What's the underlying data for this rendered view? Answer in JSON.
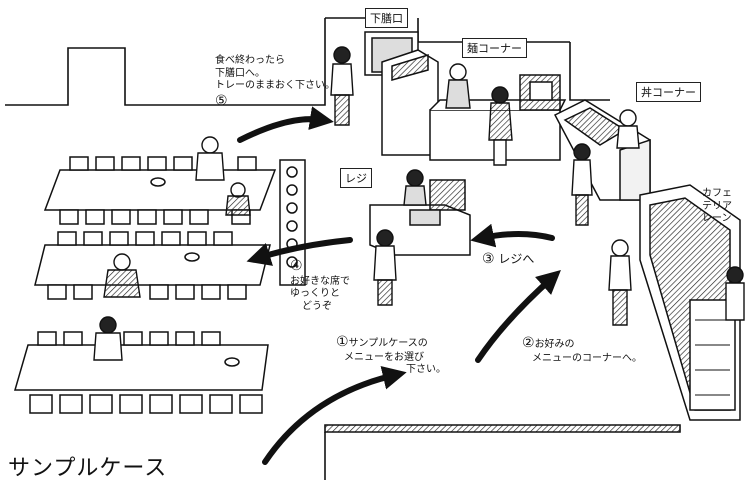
{
  "colors": {
    "ink": "#111111",
    "paper": "#ffffff",
    "halftone": "#8a8a8a",
    "wall_fill": "#f3f3f3"
  },
  "labels": {
    "gezen": "下膳口",
    "men": "麺コーナー",
    "don": "丼コーナー",
    "cafe_l1": "カフェ",
    "cafe_l2": "テリア",
    "cafe_l3": "レーン",
    "reji": "レジ",
    "sample": "サンプルケース"
  },
  "steps": {
    "s1": {
      "num": "①",
      "line1": "サンプルケースの",
      "line2": "メニューをお選び",
      "line3": "下さい。"
    },
    "s2": {
      "num": "②",
      "line1": "お好みの",
      "line2": "メニューのコーナーへ。"
    },
    "s3": {
      "num": "③",
      "text": "レジへ"
    },
    "s4": {
      "num": "④",
      "line1": "お好きな席で",
      "line2": "ゆっくりと",
      "line3": "どうぞ"
    },
    "s5": {
      "num": "⑤",
      "line1": "食べ終わったら",
      "line2": "下膳口へ。",
      "line3": "トレーのままおく下さい。"
    }
  },
  "icons": [
    "arrow-icon",
    "person-icon",
    "chair-icon",
    "tray-icon"
  ]
}
